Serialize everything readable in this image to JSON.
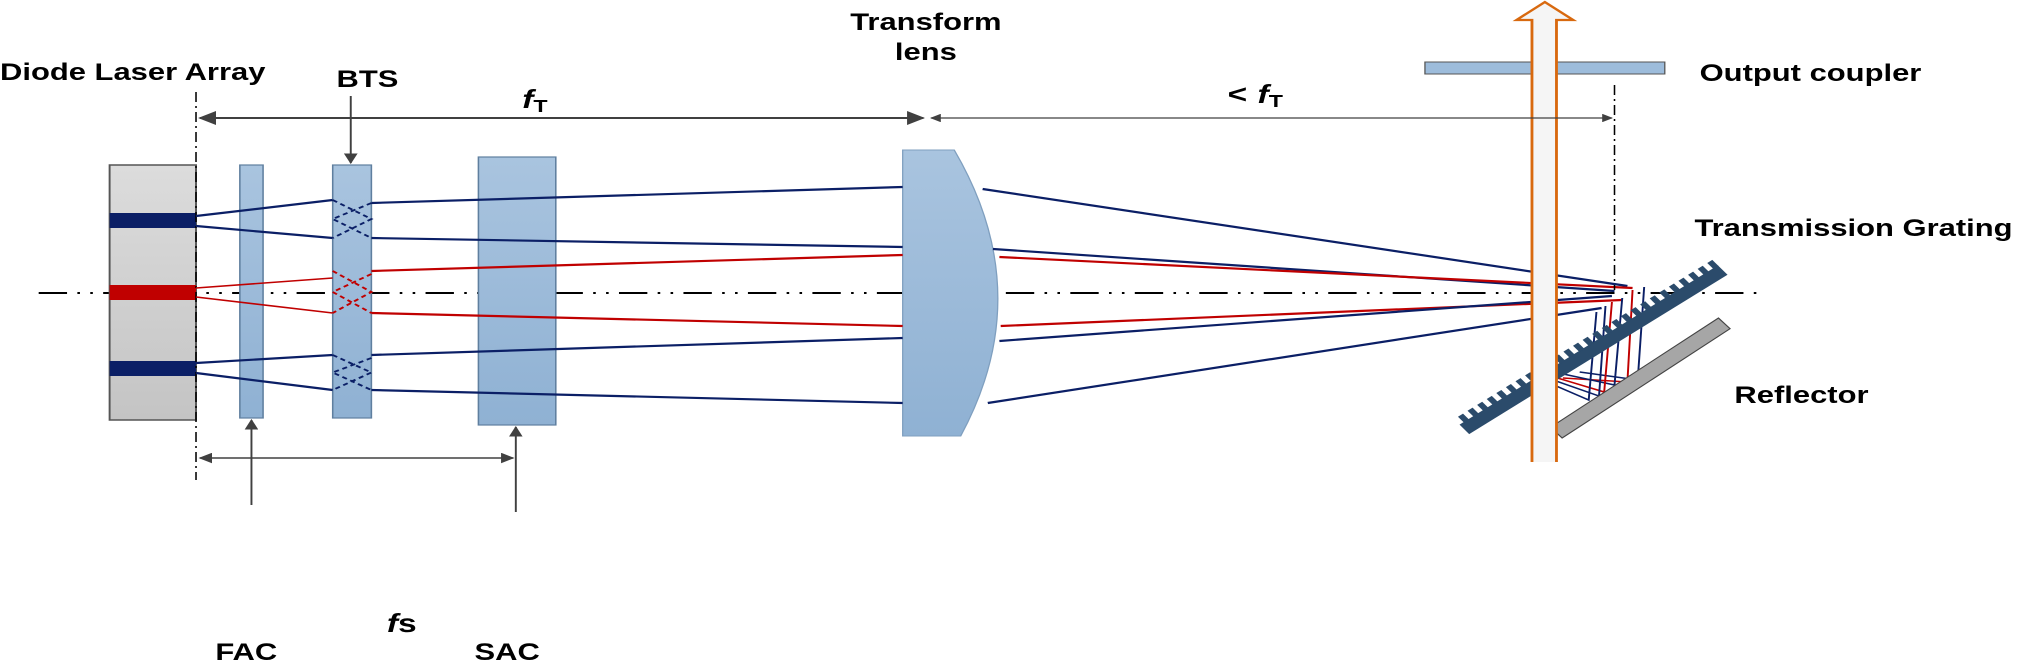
{
  "labels": {
    "diode_array": "Diode Laser Array",
    "bts": "BTS",
    "ft_symbol": "f",
    "ft_subscript": "T",
    "transform_lens_line1": "Transform",
    "transform_lens_line2": "lens",
    "less_than": "<",
    "output_coupler": "Output coupler",
    "transmission_grating": "Transmission Grating",
    "reflector": "Reflector",
    "fac": "FAC",
    "sac": "SAC",
    "fs_symbol": "f",
    "fs_suffix": "s"
  },
  "colors": {
    "blue_beam": "#0b1f66",
    "red_beam": "#c00000",
    "optic_fill": "#9dbcdb",
    "optic_stroke": "#5f7f9f",
    "grating": "#2b4b6b",
    "reflector": "#a6a6a6",
    "output_arrow": "#d8690f",
    "diode_body": "#d0d0d0",
    "arrow": "#404040"
  }
}
